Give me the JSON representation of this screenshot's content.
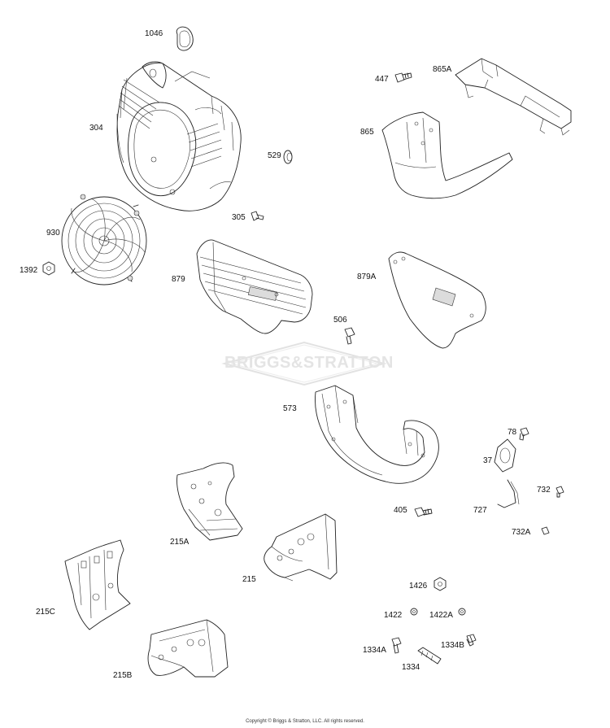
{
  "diagram": {
    "watermark": "BRIGGS&STRATTON",
    "copyright": "Copyright © Briggs & Stratton, LLC. All rights reserved.",
    "parts": [
      {
        "id": "p1046",
        "label": "1046"
      },
      {
        "id": "p304",
        "label": "304"
      },
      {
        "id": "p930",
        "label": "930"
      },
      {
        "id": "p1392",
        "label": "1392"
      },
      {
        "id": "p305",
        "label": "305"
      },
      {
        "id": "p529",
        "label": "529"
      },
      {
        "id": "p447",
        "label": "447"
      },
      {
        "id": "p865A",
        "label": "865A"
      },
      {
        "id": "p865",
        "label": "865"
      },
      {
        "id": "p879",
        "label": "879"
      },
      {
        "id": "p879A",
        "label": "879A"
      },
      {
        "id": "p506",
        "label": "506"
      },
      {
        "id": "p573",
        "label": "573"
      },
      {
        "id": "p78",
        "label": "78"
      },
      {
        "id": "p37",
        "label": "37"
      },
      {
        "id": "p732",
        "label": "732"
      },
      {
        "id": "p727",
        "label": "727"
      },
      {
        "id": "p405",
        "label": "405"
      },
      {
        "id": "p732A",
        "label": "732A"
      },
      {
        "id": "p215A",
        "label": "215A"
      },
      {
        "id": "p215",
        "label": "215"
      },
      {
        "id": "p215C",
        "label": "215C"
      },
      {
        "id": "p215B",
        "label": "215B"
      },
      {
        "id": "p1426",
        "label": "1426"
      },
      {
        "id": "p1422",
        "label": "1422"
      },
      {
        "id": "p1422A",
        "label": "1422A"
      },
      {
        "id": "p1334A",
        "label": "1334A"
      },
      {
        "id": "p1334B",
        "label": "1334B"
      },
      {
        "id": "p1334",
        "label": "1334"
      }
    ]
  }
}
